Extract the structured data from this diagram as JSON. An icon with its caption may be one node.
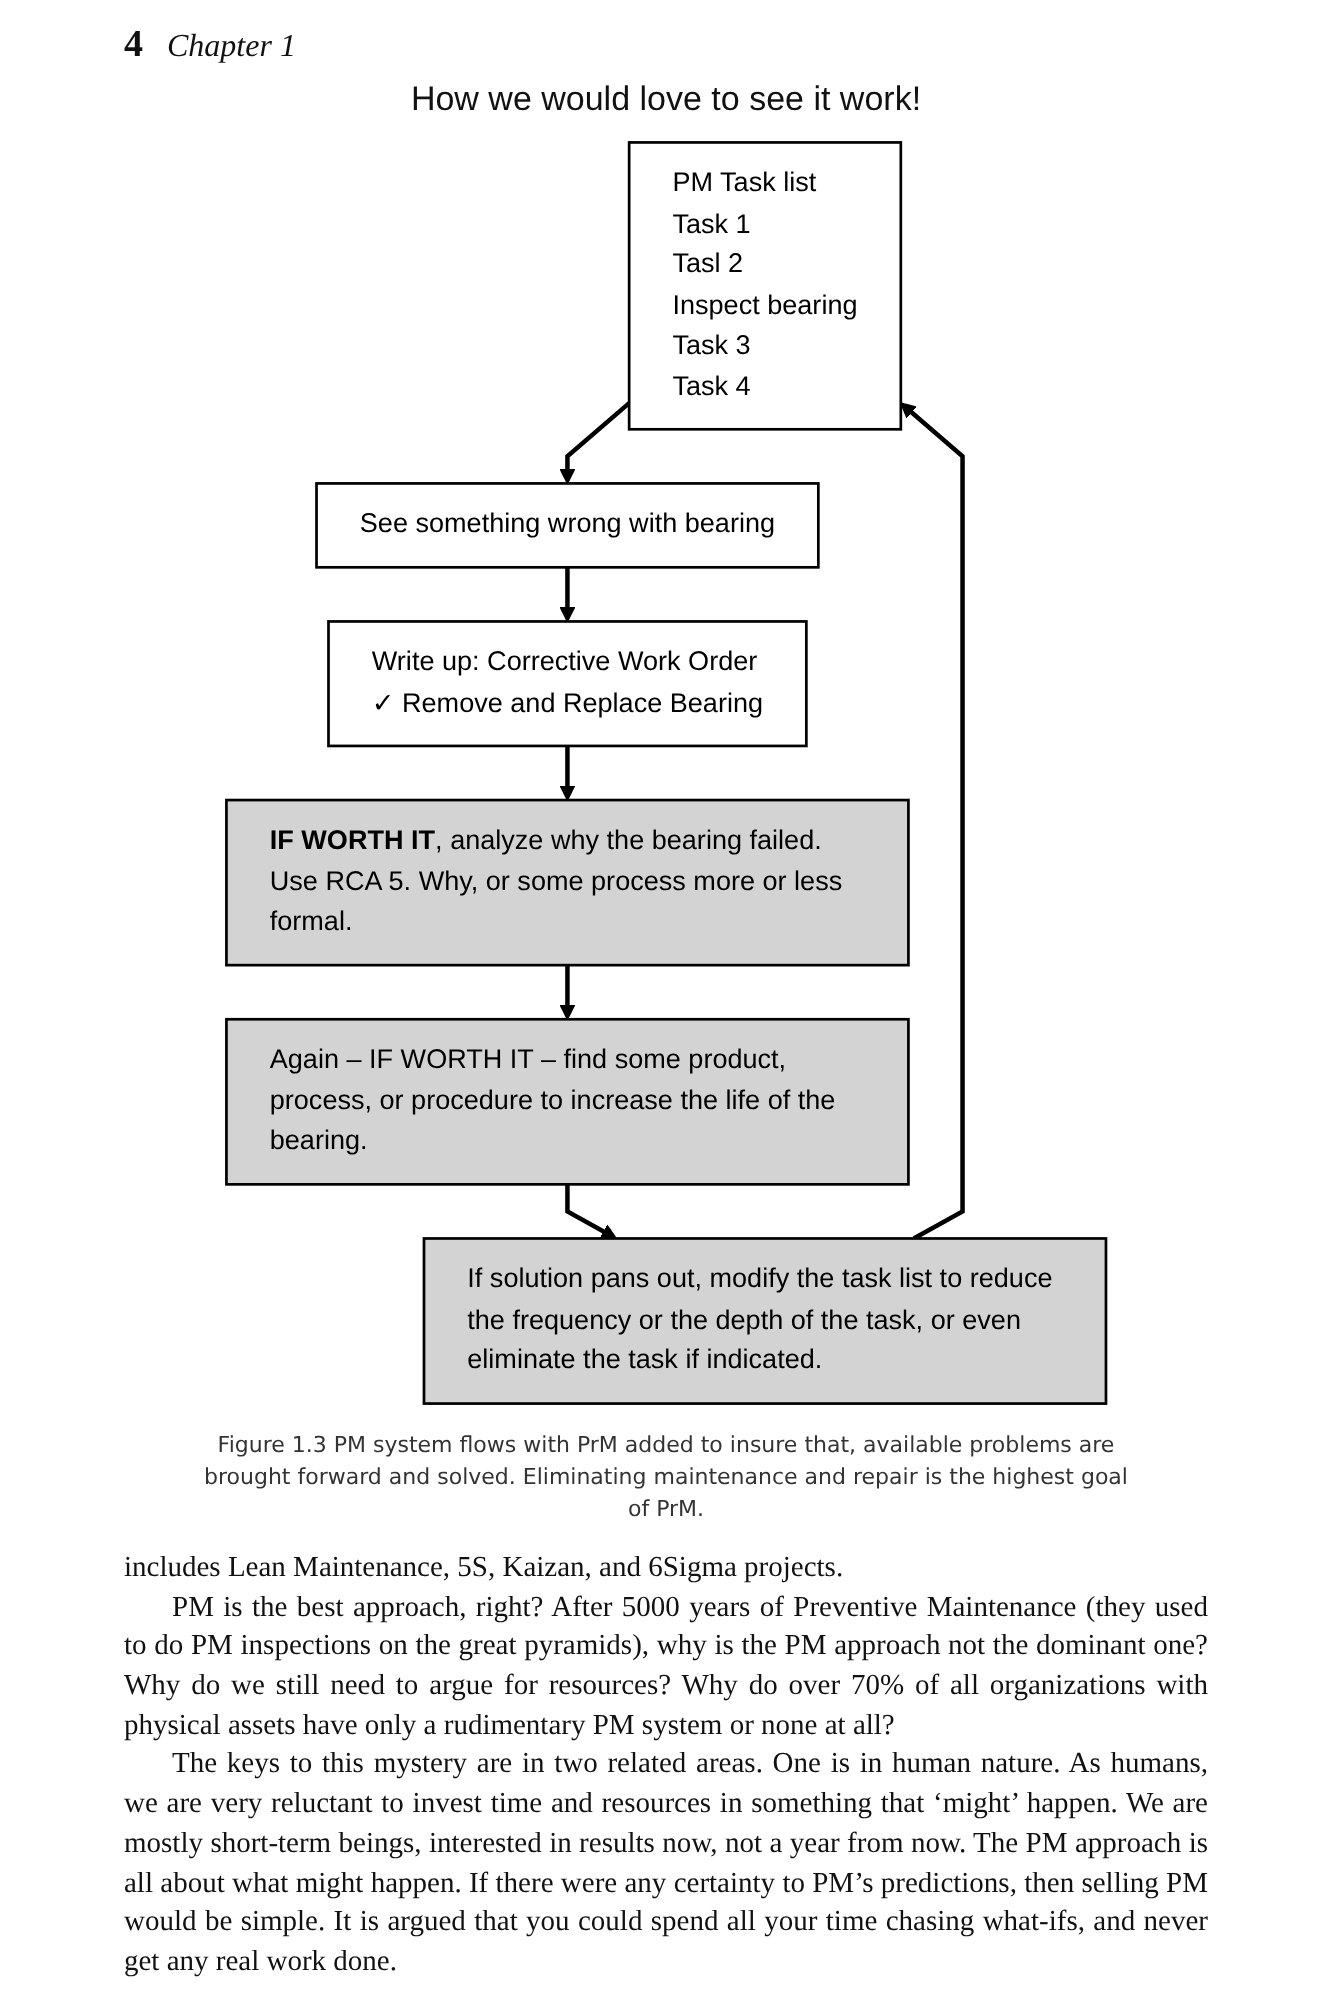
{
  "diagram": {
    "title": "How we would love to see it work!",
    "caption": "Figure 1.3 PM system flows with PrM added to insure that, available problems are brought forward and solved. Eliminating maintenance and repair is the highest goal of PrM.",
    "nodes": [
      {
        "text": [
          "PM Task list",
          "Task 1",
          "Tasl 2",
          "Inspect bearing",
          "Task 3",
          "Task 4"
        ]
      },
      {
        "text": [
          "See something wrong with bearing"
        ]
      },
      {
        "text": [
          "Write up: Corrective Work Order",
          "✓ Remove and Replace Bearing"
        ]
      },
      {
        "text": [
          "**IF WORTH IT**, analyze why the bearing failed. Use RCA 5. Why, or some process more or less formal."
        ]
      },
      {
        "text": [
          "Again – IF WORTH IT – find some product, process, or procedure to increase the life of the bearing."
        ]
      },
      {
        "text": [
          "If solution pans out, modify the task list to reduce the frequency or the depth of the task, or even eliminate the task if indicated."
        ]
      }
    ],
    "edges": [
      {
        "from": 0,
        "to": 1,
        "arrow": "to"
      },
      {
        "from": 1,
        "to": 2,
        "arrow": "to"
      },
      {
        "from": 2,
        "to": 3,
        "arrow": "to"
      },
      {
        "from": 3,
        "to": 4,
        "arrow": "to"
      },
      {
        "from": 4,
        "to": 5,
        "arrow": "to"
      },
      {
        "from": 5,
        "to": 0,
        "arrow": "to"
      }
    ],
    "labels": [
      "4",
      "Chapter 1",
      "includes Lean Maintenance, 5S, Kaizan, and 6Sigma projects.",
      "PM is the best approach, right? After 5000 years of Preventive Maintenance (they used to do PM inspections on the great pyramids), why is the PM approach not the dominant one? Why do we still need to argue for resources? Why do over 70% of all organizations with physical assets have only a rudimentary PM system or none at all?",
      "The keys to this mystery are in two related areas. One is in human nature. As humans, we are very reluctant to invest time and resources in something that ‘might’ happen. We are mostly short-term beings, interested in results now, not a year from now. The PM approach is all about what might happen. If there were any certainty to PM’s predictions, then selling PM would be simple. It is argued that you could spend all your time chasing what-ifs, and never get any real work done."
    ]
  }
}
